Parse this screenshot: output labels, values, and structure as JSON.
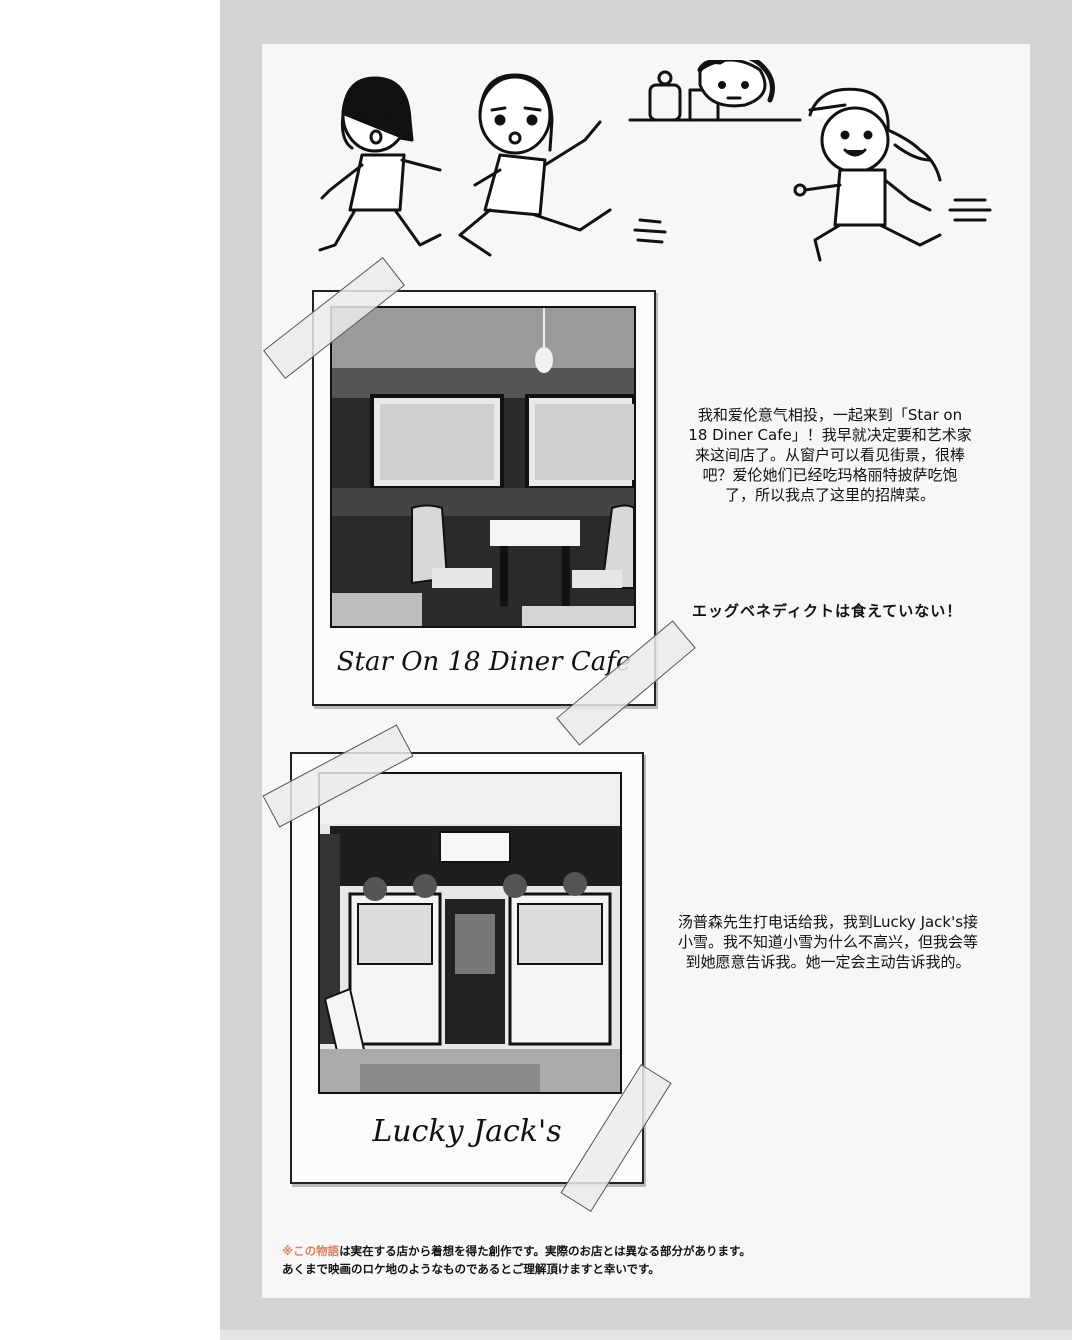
{
  "note_star": "我和爱伦意气相投，一起来到「Star on 18 Diner Cafe」！我早就决定要和艺术家来这间店了。从窗户可以看见街景，很棒吧？爱伦她们已经吃玛格丽特披萨吃饱了，所以我点了这里的招牌菜。",
  "note_egg": "エッグベネディクトは食えていない！",
  "caption_star": "Star On 18 Diner Cafe",
  "note_lucky": "汤普森先生打电话给我，我到Lucky Jack's接小雪。我不知道小雪为什么不高兴，但我会等到她愿意告诉我。她一定会主动告诉我的。",
  "caption_lucky": "Lucky Jack's",
  "footer": {
    "watermark": "※この物語",
    "line1": "は実在する店から着想を得た創作です。実際のお店とは異なる部分があります。",
    "line2": "あくまで映画のロケ地のようなものであるとご理解頂けますと幸いです。"
  }
}
